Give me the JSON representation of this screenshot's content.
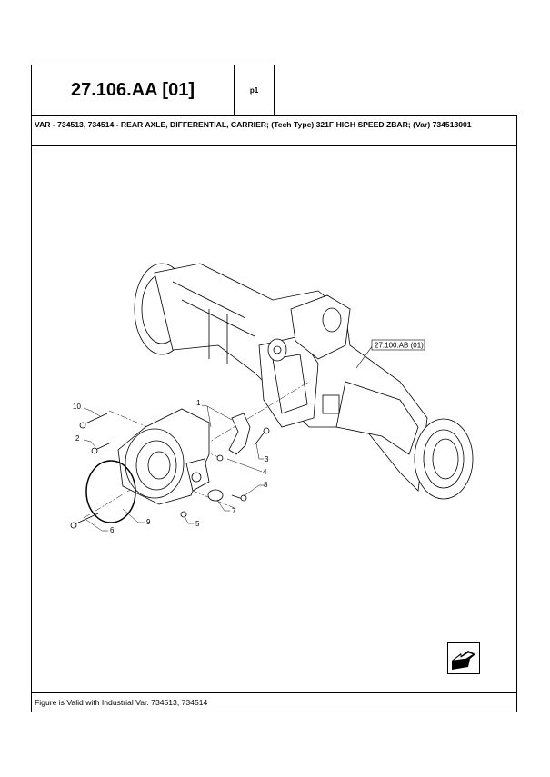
{
  "header": {
    "code": "27.106.AA [01]",
    "page": "p1"
  },
  "description": "VAR - 734513, 734514 - REAR AXLE, DIFFERENTIAL, CARRIER; (Tech Type) 321F HIGH SPEED ZBAR; (Var) 734513001",
  "figure": {
    "reference": "27.100.AB (01)",
    "callouts": [
      "1",
      "2",
      "3",
      "4",
      "5",
      "6",
      "7",
      "8",
      "9",
      "10"
    ]
  },
  "footer": "Figure is Valid with Industrial Var. 734513, 734514",
  "icons": {
    "nav": "next-page-arrow-icon"
  }
}
